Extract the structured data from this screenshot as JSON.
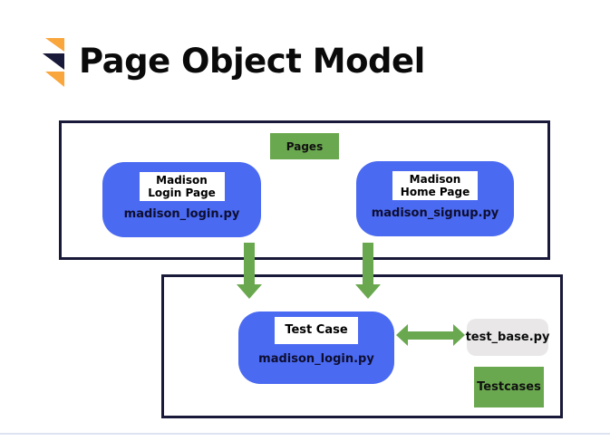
{
  "title": "Page Object Model",
  "logo": {
    "description": "three stacked chevron triangles",
    "colors": [
      "#f9a63c",
      "#191939",
      "#f9a63c"
    ]
  },
  "colors": {
    "navy": "#191939",
    "blue": "#4a6af2",
    "green": "#6aa84f",
    "orange": "#f9a63c",
    "gray-box": "#e9e7e8",
    "file-ink": "#0e0e30"
  },
  "pages_group": {
    "label": "Pages",
    "nodes": [
      {
        "name_line1": "Madison",
        "name_line2": "Login Page",
        "file": "madison_login.py"
      },
      {
        "name_line1": "Madison",
        "name_line2": "Home Page",
        "file": "madison_signup.py"
      }
    ]
  },
  "testcases_group": {
    "label": "Testcases",
    "test_case": {
      "name": "Test Case",
      "file": "madison_login.py"
    },
    "base_file_label": "test_base.py"
  }
}
